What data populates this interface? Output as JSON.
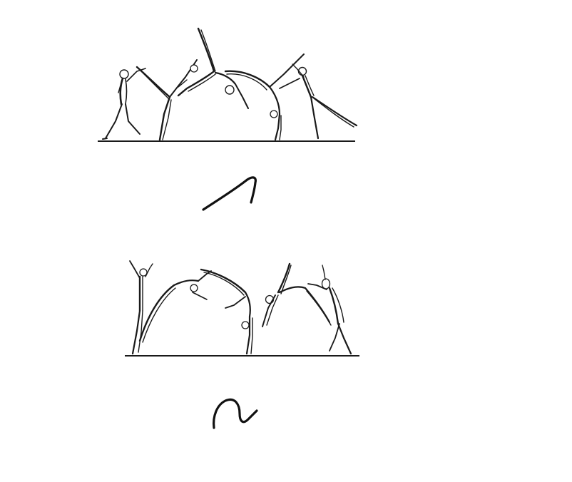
{
  "figure": {
    "panels": [
      {
        "id": "sequence-1",
        "figure_count": 5,
        "symbol_icon": "hook-symbol-icon"
      },
      {
        "id": "sequence-2",
        "figure_count": 5,
        "symbol_icon": "wave-symbol-icon"
      }
    ],
    "colors": {
      "background": "#ffffff",
      "ink": "#1a1a1a"
    }
  }
}
